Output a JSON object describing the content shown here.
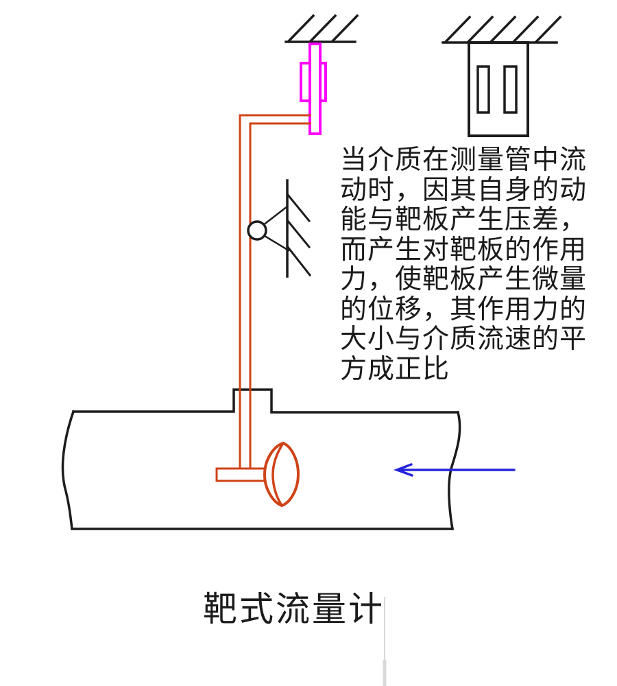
{
  "colors": {
    "black": "#1c1c1c",
    "rod_orange": "#cf4317",
    "sensor_magenta": "#ff00ff",
    "arrow_blue": "#2424dd",
    "artifact_gray": "#d9d9d9",
    "text": "#1b1b1b",
    "background": "#ffffff"
  },
  "description": {
    "lines": [
      "当介质在测量管中流",
      "动时，因其自身的动",
      "能与靶板产生压差，",
      "而产生对靶板的作用",
      "力，使靶板产生微量",
      "的位移，其作用力的",
      "大小与介质流速的平",
      "方成正比"
    ],
    "full_text": "当介质在测量管中流动时，因其自身的动能与靶板产生压差，而产生对靶板的作用力，使靶板产生微量的位移，其作用力的大小与介质流速的平方成正比"
  },
  "title": {
    "text": "靶式流量计"
  }
}
